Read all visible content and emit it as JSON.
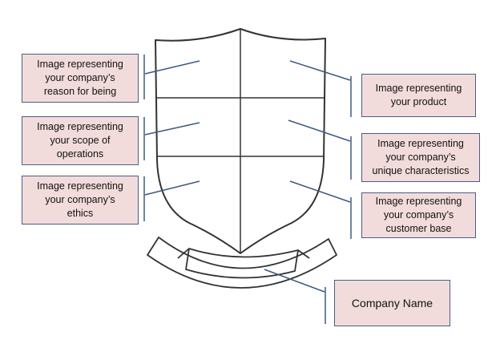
{
  "labels": {
    "left_top": [
      "Image representing",
      "your company’s",
      "reason for being"
    ],
    "left_middle": [
      "Image representing",
      "your scope of",
      "operations"
    ],
    "left_bottom": [
      "Image representing",
      "your company’s",
      "ethics"
    ],
    "right_top": [
      "Image representing",
      "your product"
    ],
    "right_middle": [
      "Image representing",
      "your company’s",
      "unique characteristics"
    ],
    "right_bottom": [
      "Image representing",
      "your company’s",
      "customer base"
    ],
    "company_name": "Company Name"
  },
  "colors": {
    "box_fill": "#f2dcdb",
    "box_border": "#4a5d8a",
    "connector": "#3d5a80",
    "shield_stroke": "#333333"
  }
}
